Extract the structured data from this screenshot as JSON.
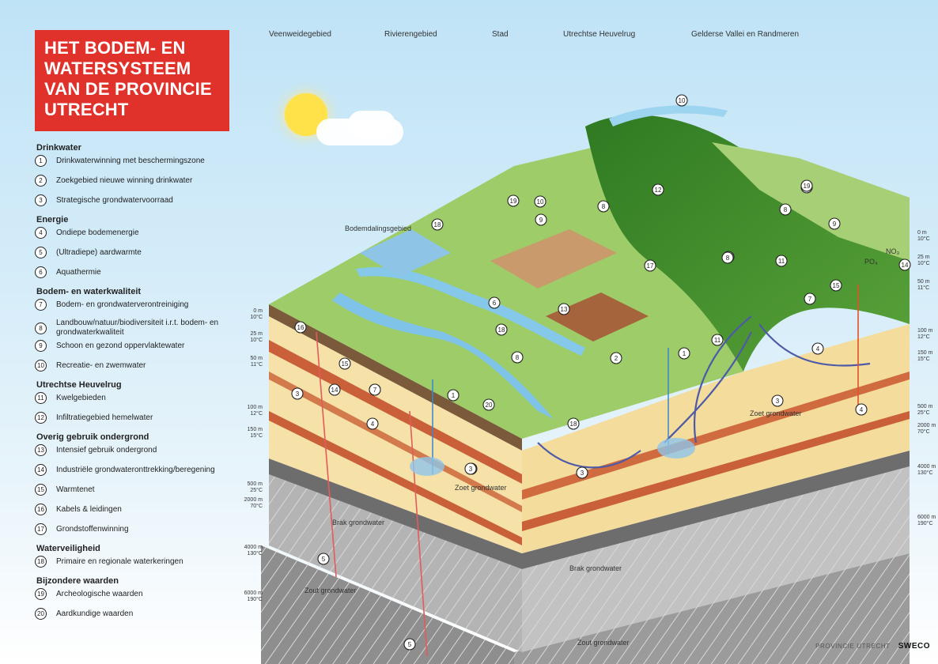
{
  "title_lines": [
    "HET BODEM- EN",
    "WATERSYSTEEM",
    "VAN DE PROVINCIE",
    "UTRECHT"
  ],
  "regions": [
    "Veenweidegebied",
    "Rivierengebied",
    "Stad",
    "Utrechtse Heuvelrug",
    "Gelderse Vallei en Randmeren"
  ],
  "legend": [
    {
      "heading": "Drinkwater",
      "items": [
        {
          "num": "1",
          "text": "Drinkwaterwinning met beschermingszone"
        },
        {
          "num": "2",
          "text": "Zoekgebied nieuwe winning drinkwater"
        },
        {
          "num": "3",
          "text": "Strategische grondwatervoorraad"
        }
      ]
    },
    {
      "heading": "Energie",
      "items": [
        {
          "num": "4",
          "text": "Ondiepe bodemenergie"
        },
        {
          "num": "5",
          "text": "(Ultradiepe) aardwarmte"
        },
        {
          "num": "6",
          "text": "Aquathermie"
        }
      ]
    },
    {
      "heading": "Bodem- en waterkwaliteit",
      "items": [
        {
          "num": "7",
          "text": "Bodem- en grondwaterverontreiniging"
        },
        {
          "num": "8",
          "text": "Landbouw/natuur/biodiversiteit i.r.t. bodem- en grondwaterkwaliteit"
        },
        {
          "num": "9",
          "text": "Schoon en gezond oppervlaktewater"
        },
        {
          "num": "10",
          "text": "Recreatie- en zwemwater"
        }
      ]
    },
    {
      "heading": "Utrechtse Heuvelrug",
      "items": [
        {
          "num": "11",
          "text": "Kwelgebieden"
        },
        {
          "num": "12",
          "text": "Infiltratiegebied hemelwater"
        }
      ]
    },
    {
      "heading": "Overig gebruik ondergrond",
      "items": [
        {
          "num": "13",
          "text": "Intensief gebruik ondergrond"
        },
        {
          "num": "14",
          "text": "Industriële grondwateronttrekking/beregening"
        },
        {
          "num": "15",
          "text": "Warmtenet"
        },
        {
          "num": "16",
          "text": "Kabels & leidingen"
        },
        {
          "num": "17",
          "text": "Grondstoffenwinning"
        }
      ]
    },
    {
      "heading": "Waterveiligheid",
      "items": [
        {
          "num": "18",
          "text": "Primaire en regionale waterkeringen"
        }
      ]
    },
    {
      "heading": "Bijzondere waarden",
      "items": [
        {
          "num": "19",
          "text": "Archeologische waarden"
        },
        {
          "num": "20",
          "text": "Aardkundige waarden"
        }
      ]
    }
  ],
  "depth_left": [
    "0 m 10°C",
    "25 m 10°C",
    "50 m 11°C",
    "100 m 12°C",
    "150 m 15°C",
    "500 m 25°C",
    "2000 m 70°C",
    "4000 m 130°C",
    "6000 m 190°C"
  ],
  "depth_right": [
    "0 m 10°C",
    "25 m 10°C",
    "50 m 11°C",
    "100 m 12°C",
    "150 m 15°C",
    "500 m 25°C",
    "2000 m 70°C",
    "4000 m 130°C",
    "6000 m 190°C"
  ],
  "zone_labels": {
    "zoet1": "Zoet grondwater",
    "zoet2": "Zoet grondwater",
    "brak1": "Brak grondwater",
    "brak2": "Brak grondwater",
    "zout1": "Zout grondwater",
    "zout2": "Zout grondwater"
  },
  "subsidence_label": "Bodemdalingsgebied",
  "chem_labels": {
    "po4": "PO₄",
    "no3": "NO₃"
  },
  "markers": [
    "10",
    "19",
    "19",
    "10",
    "9",
    "8",
    "12",
    "18",
    "8",
    "19",
    "8",
    "9",
    "14",
    "17",
    "8",
    "11",
    "13",
    "6",
    "7",
    "18",
    "2",
    "1",
    "11",
    "3",
    "4",
    "8",
    "4",
    "3",
    "16",
    "15",
    "14",
    "7",
    "4",
    "3",
    "1",
    "20",
    "18",
    "3",
    "3",
    "5",
    "5",
    "7",
    "15"
  ],
  "logos": {
    "province": "PROVINCIE UTRECHT",
    "sweco": "SWECO"
  },
  "colors": {
    "title_bg": "#e0312a",
    "grass": "#8fc45a",
    "forest": "#3f8a2c",
    "water": "#7fc4e8",
    "sand": "#f6dea0",
    "clay": "#c9603a",
    "brackish": "#9a9a9a",
    "salt": "#b8b8b8"
  }
}
